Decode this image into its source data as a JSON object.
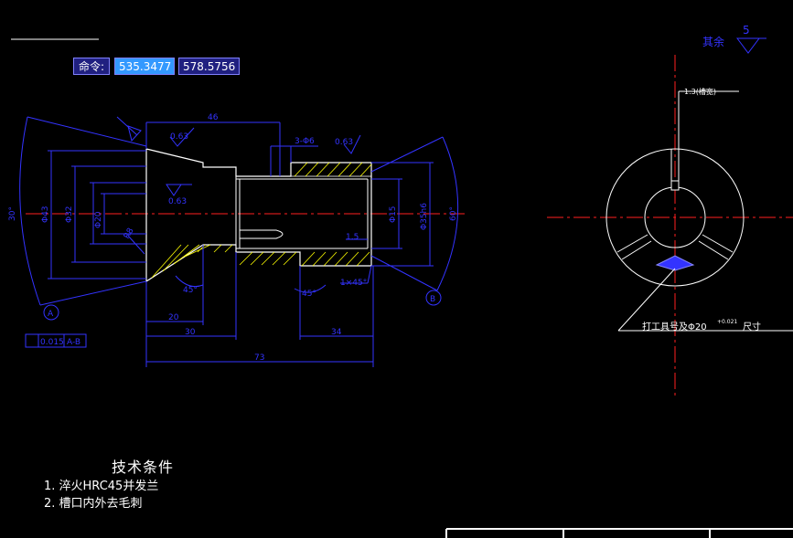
{
  "command": {
    "label": "命令:",
    "x_value": "535.3477",
    "y_value": "578.5756"
  },
  "dims": {
    "d46": "46",
    "ra_top": "0.63",
    "ra_right": "0.63",
    "ra_mid": "0.63",
    "thread": "3-Φ6",
    "phi43": "Φ43",
    "phi32": "Φ32",
    "phi20": "Φ20",
    "phi15": "Φ15",
    "phi_right": "Φ35h6",
    "ang30": "30°",
    "ang60": "60°",
    "ang45a": "45°",
    "ang45b": "45°",
    "ang_chamfer": "1×45°",
    "d1_5": "1.5",
    "d20": "20",
    "d30": "30",
    "d34": "34",
    "d73": "73",
    "tol": "0.015",
    "datum_ref": "A-B",
    "datum_a": "A",
    "datum_b": "B",
    "r8": "R8"
  },
  "right_view": {
    "roughness_label": "其余",
    "roughness_value": "5",
    "slot_label": "1.3(槽宽)",
    "note": "打工具号及Φ20",
    "note_sup": "+0.021",
    "note_tail": "尺寸"
  },
  "notes": {
    "title": "技术条件",
    "items": [
      "1.  淬火HRC45并发兰",
      "2.   槽口内外去毛刺"
    ]
  },
  "colors": {
    "line": "#ffffff",
    "dim": "#3333ff",
    "center": "#ff2020",
    "hatch": "#ffff00",
    "bg": "#000000"
  }
}
